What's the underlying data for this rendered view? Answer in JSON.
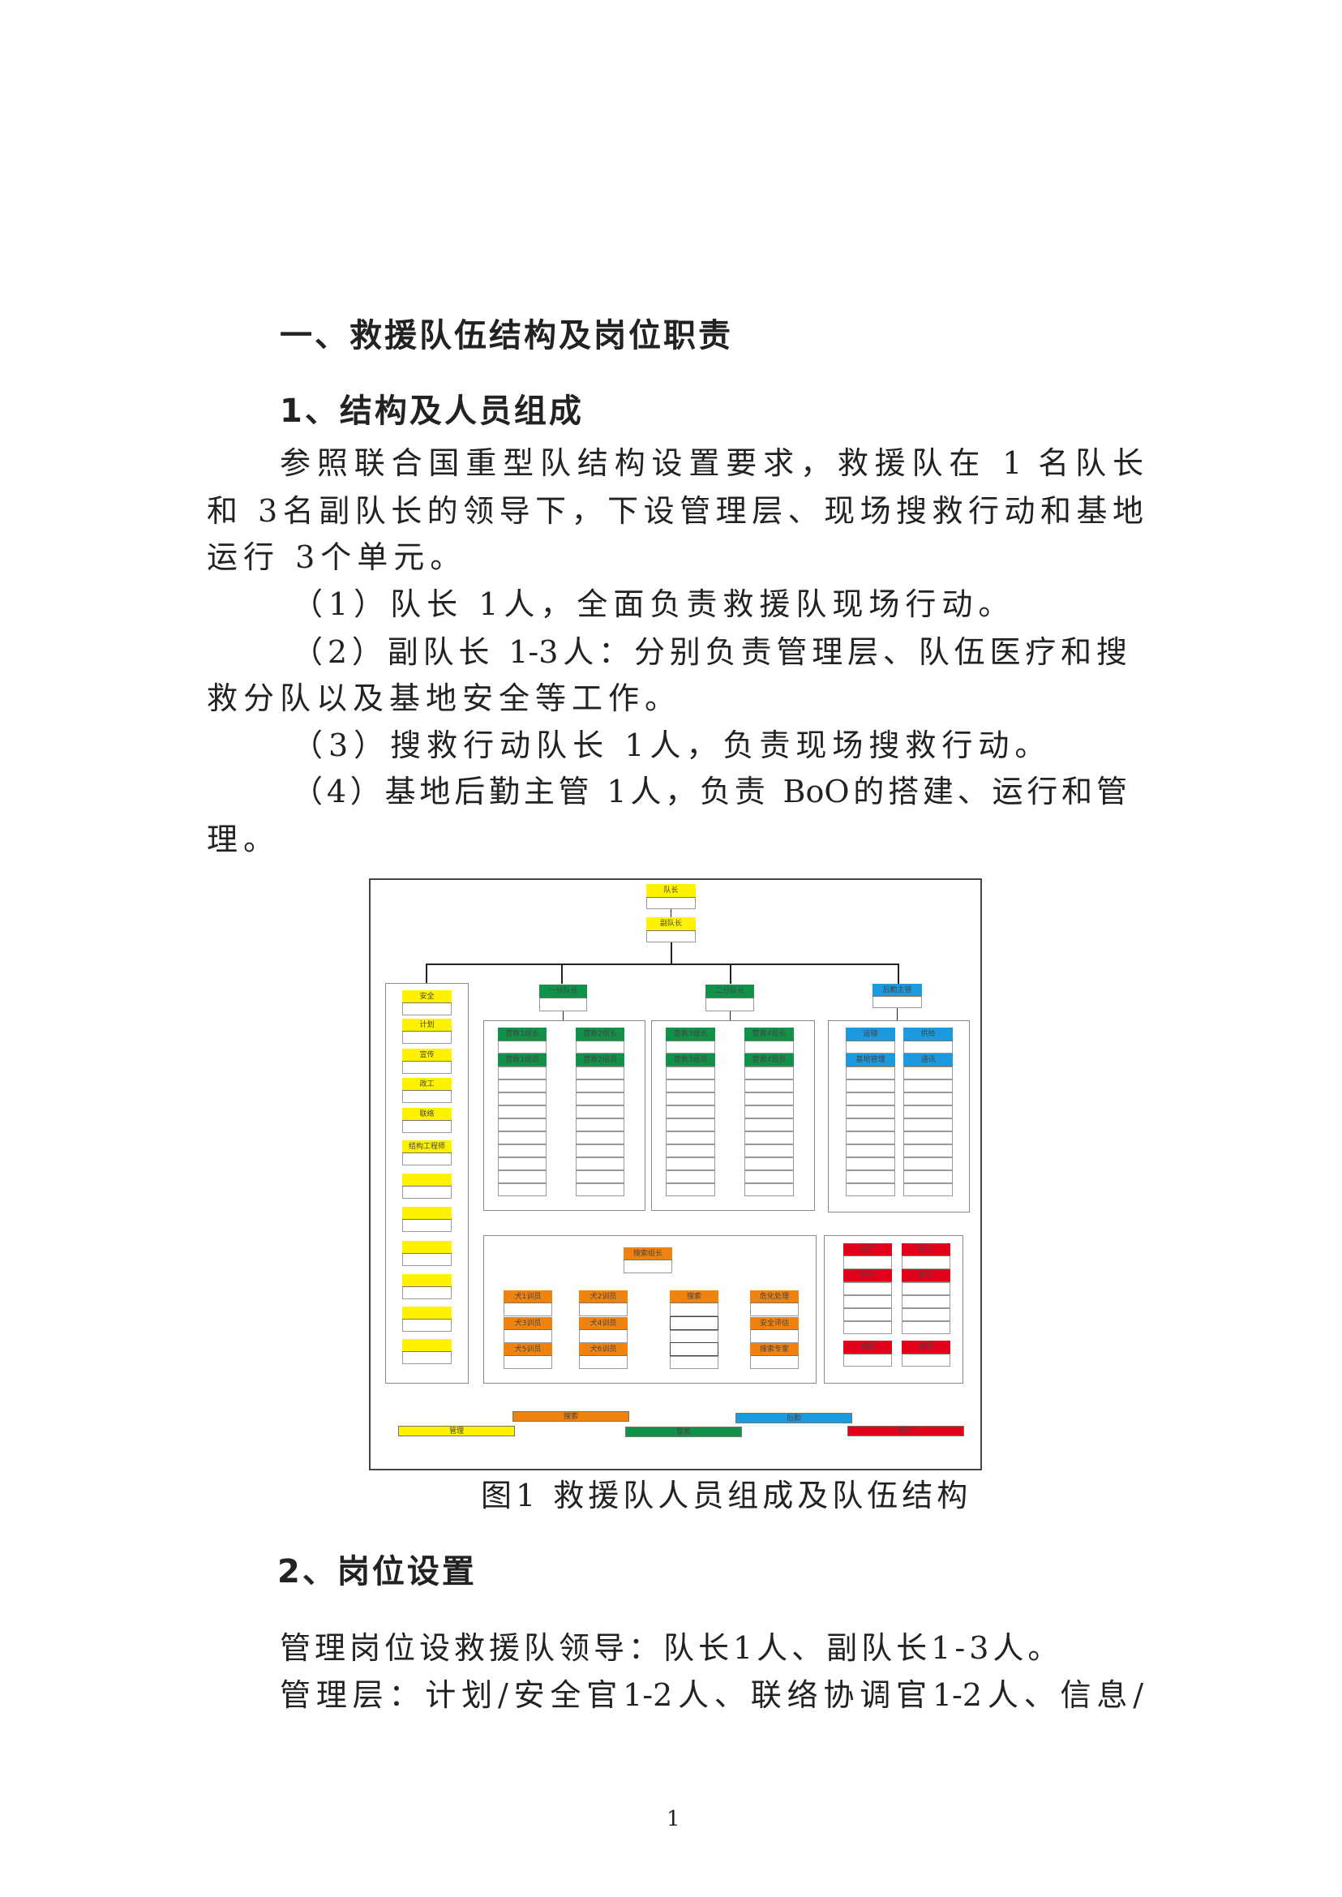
{
  "section1": {
    "heading": "一、救援队伍结构及岗位职责",
    "sub_heading": "1、结构及人员组成",
    "lines": [
      "参照联合国重型队结构设置要求，救援队在 1 名队长",
      "和 3名副队长的领导下，下设管理层、现场搜救行动和基地",
      "运行 3个单元。",
      "（1）队长 1人，全面负责救援队现场行动。",
      "（2）副队长 1-3人：分别负责管理层、队伍医疗和搜",
      "救分队以及基地安全等工作。",
      "（3）搜救行动队长 1人，负责现场搜救行动。",
      "（4）基地后勤主管 1人，负责 BoO的搭建、运行和管",
      "理。"
    ]
  },
  "figure": {
    "caption": "图1 救援队人员组成及队伍结构",
    "colors": {
      "management": "#fff200",
      "rescue": "#10924a",
      "logistics": "#1c9ae0",
      "search": "#f08310",
      "medical": "#e2001a"
    },
    "chief": "队长",
    "deputy": "副队长",
    "management_roles": [
      "安全",
      "计划",
      "宣传",
      "政工",
      "联络",
      "结构工程师",
      "",
      "",
      "",
      "",
      "",
      ""
    ],
    "squad1_leader": "一分队长",
    "squad2_leader": "二分队长",
    "logistics_leader": "后勤主管",
    "squad1_groups": [
      [
        "营救1组长",
        "营救1组员"
      ],
      [
        "营救2组长",
        "营救2组员"
      ]
    ],
    "squad2_groups": [
      [
        "营救3组长",
        "营救3组员"
      ],
      [
        "营救4组长",
        "营救4组员"
      ]
    ],
    "logistics_groups": [
      [
        "运输",
        "基地管理"
      ],
      [
        "供给",
        "通讯"
      ]
    ],
    "search_leader": "搜索组长",
    "search_columns": [
      [
        "犬1训员",
        "犬3训员",
        "犬5训员"
      ],
      [
        "犬2训员",
        "犬4训员",
        "犬6训员"
      ],
      [
        "搜索",
        "",
        ""
      ],
      [
        "危化处理",
        "安全评估",
        "搜索专家"
      ]
    ],
    "medical_columns": [
      [
        "医生",
        "护士",
        "兽医"
      ],
      [
        "医生",
        "护士",
        "兽医"
      ]
    ],
    "legend": [
      "管理",
      "搜索",
      "营救",
      "后勤",
      "医疗"
    ]
  },
  "section2": {
    "heading": "2、岗位设置",
    "lines": [
      "管理岗位设救援队领导：队长1人、副队长1-3人。",
      "管理层：计划/安全官1-2人、联络协调官1-2人、信息/"
    ]
  },
  "page_number": "1"
}
